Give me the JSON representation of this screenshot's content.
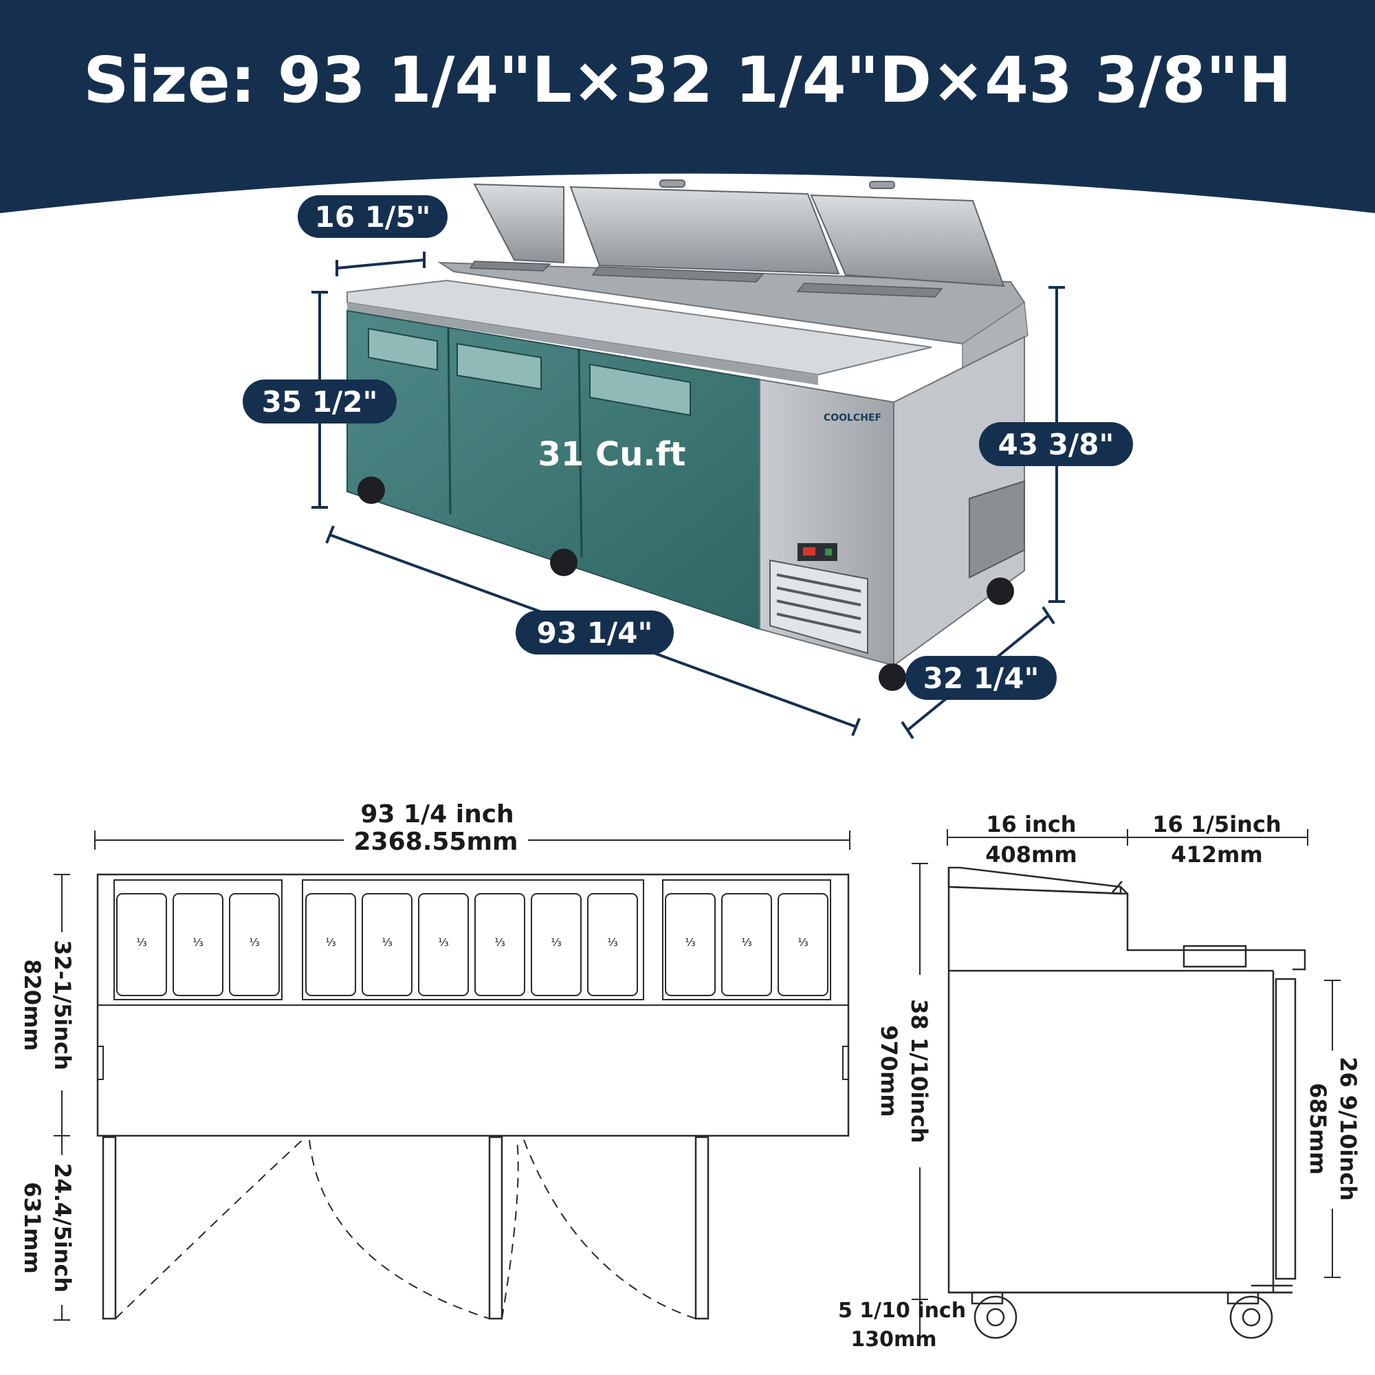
{
  "header": {
    "title": "Size: 93 1/4\"L×32 1/4\"D×43 3/8\"H"
  },
  "product": {
    "brand": "COOLCHEF",
    "capacity": "31 Cu.ft"
  },
  "photo_badges": {
    "pan_width": "16 1/5\"",
    "door_height": "35 1/2\"",
    "total_height": "43 3/8\"",
    "length": "93 1/4\"",
    "depth": "32 1/4\""
  },
  "front_view": {
    "width_inch": "93 1/4 inch",
    "width_mm": "2368.55mm",
    "upper_height_inch": "32-1/5inch",
    "upper_height_mm": "820mm",
    "lower_height_inch": "24.4/5inch",
    "lower_height_mm": "631mm",
    "pan_labels": [
      "⅓",
      "⅓",
      "⅓",
      "⅓",
      "⅓",
      "⅓",
      "⅓",
      "⅓",
      "⅓",
      "⅓",
      "⅓",
      "⅓"
    ]
  },
  "side_view": {
    "left_width_inch": "16 inch",
    "left_width_mm": "408mm",
    "right_width_inch": "16 1/5inch",
    "right_width_mm": "412mm",
    "body_height_inch": "38 1/10inch",
    "body_height_mm": "970mm",
    "door_height_inch": "26 9/10inch",
    "door_height_mm": "685mm",
    "caster_height_inch": "5 1/10 inch",
    "caster_height_mm": "130mm"
  },
  "colors": {
    "navy": "#15304f",
    "door_green": "#3e7a78",
    "steel": "#b9bec2",
    "line": "#2a2a2a"
  }
}
